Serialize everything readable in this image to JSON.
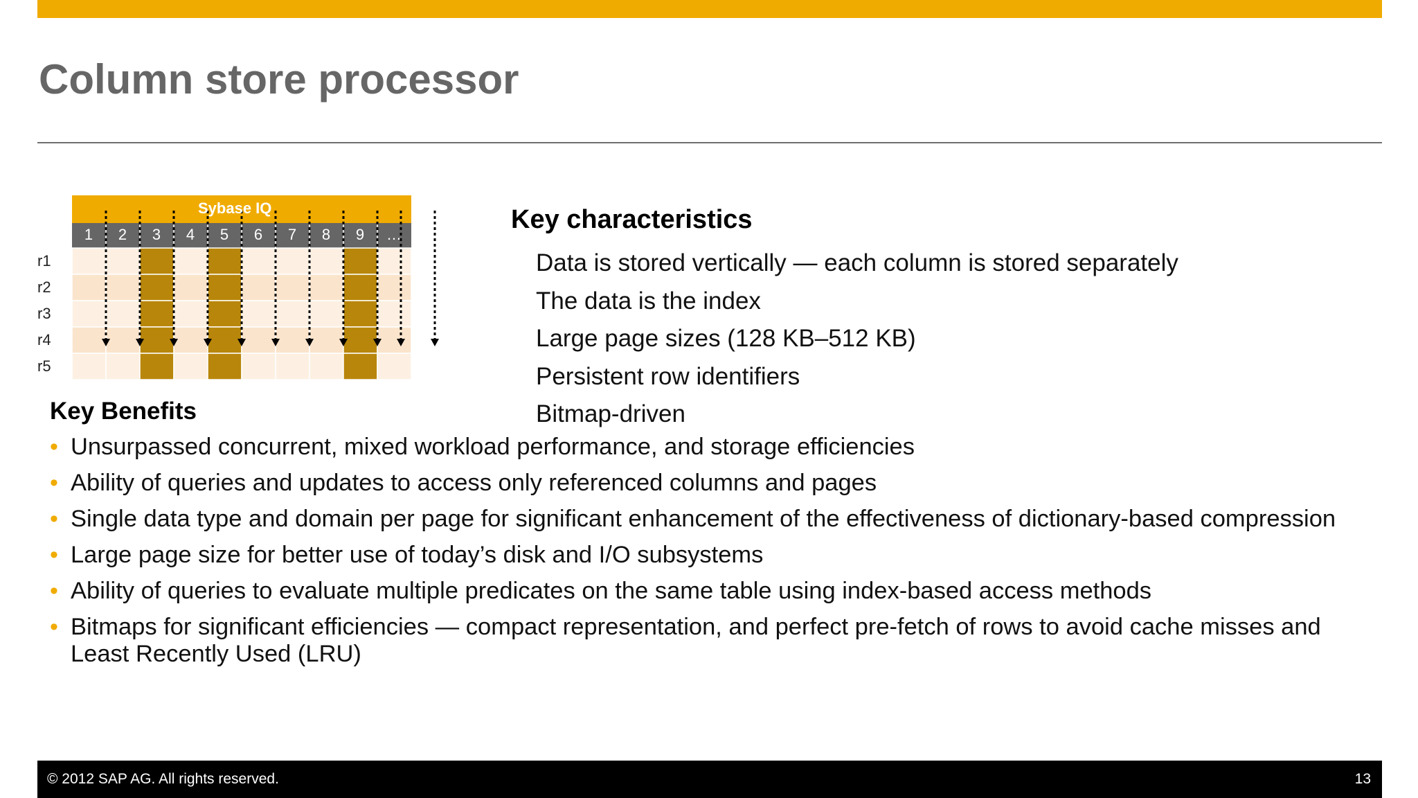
{
  "slide": {
    "title": "Column store processor",
    "accent_color": "#f0ab00",
    "rule_color": "#6f6f6f",
    "title_color": "#666666"
  },
  "diagram": {
    "banner": "Sybase IQ",
    "banner_color": "#f0ab00",
    "header_color": "#666666",
    "column_labels": [
      "1",
      "2",
      "3",
      "4",
      "5",
      "6",
      "7",
      "8",
      "9",
      "…"
    ],
    "row_labels": [
      "r1",
      "r2",
      "r3",
      "r4",
      "r5"
    ],
    "highlighted_columns": [
      "3",
      "5",
      "9"
    ],
    "highlight_color": "#b8860b",
    "cell_color_light": "#fdf0e2",
    "cell_color_alt": "#fbe4cc",
    "arrow_icon": "dotted-down-arrow-icon"
  },
  "characteristics": {
    "heading": "Key characteristics",
    "items": [
      "Data is stored vertically — each column is stored separately",
      "The data is the index",
      "Large page sizes (128 KB–512 KB)",
      "Persistent row identifiers",
      "Bitmap-driven"
    ]
  },
  "benefits": {
    "heading": "Key Benefits",
    "bullet": "•",
    "items": [
      "Unsurpassed concurrent, mixed workload performance, and storage efficiencies",
      "Ability of queries and updates to access only referenced columns and pages",
      "Single data type and domain per page for significant enhancement of the effectiveness of dictionary-based compression",
      "Large page size for better use of today’s disk and I/O subsystems",
      "Ability of queries to evaluate multiple predicates on the same table using index-based access methods",
      "Bitmaps for significant efficiencies — compact representation, and perfect pre-fetch of rows to avoid cache misses and Least Recently Used (LRU)"
    ]
  },
  "footer": {
    "copyright": "© 2012 SAP AG. All rights reserved.",
    "page_number": "13"
  }
}
